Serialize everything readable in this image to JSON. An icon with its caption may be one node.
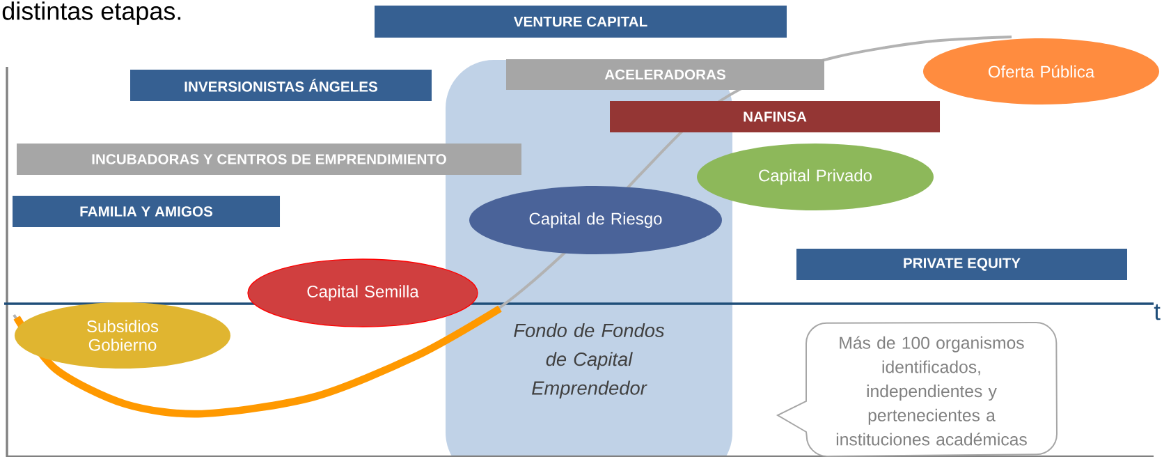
{
  "diagram": {
    "nodes": [
      {
        "text": [
          "VENTURE CAPITAL"
        ]
      },
      {
        "text": [
          "Oferta Pública"
        ]
      },
      {
        "text": [
          "ACELERADORAS"
        ]
      },
      {
        "text": [
          "INVERSIONISTAS ÁNGELES"
        ]
      },
      {
        "text": [
          "Fondo de Fondos de Capital Emprendedor"
        ]
      },
      {
        "text": [
          "NAFINSA"
        ]
      },
      {
        "text": [
          "INCUBADORAS Y CENTROS DE EMPRENDIMIENTO"
        ]
      },
      {
        "text": [
          "Capital Privado"
        ]
      },
      {
        "text": [
          "Capital de Riesgo"
        ],
        "in": 4
      },
      {
        "text": [
          "FAMILIA Y AMIGOS"
        ]
      },
      {
        "text": [
          "PRIVATE EQUITY"
        ]
      },
      {
        "text": [
          "Capital Semilla"
        ]
      },
      {
        "text": [
          "Subsidios Gobierno"
        ]
      },
      {
        "text": [
          "Más de 100 organismos identificados, independientes y pertenecientes a instituciones académicas"
        ]
      }
    ],
    "labels": [
      "distintas etapas.",
      "t"
    ]
  }
}
